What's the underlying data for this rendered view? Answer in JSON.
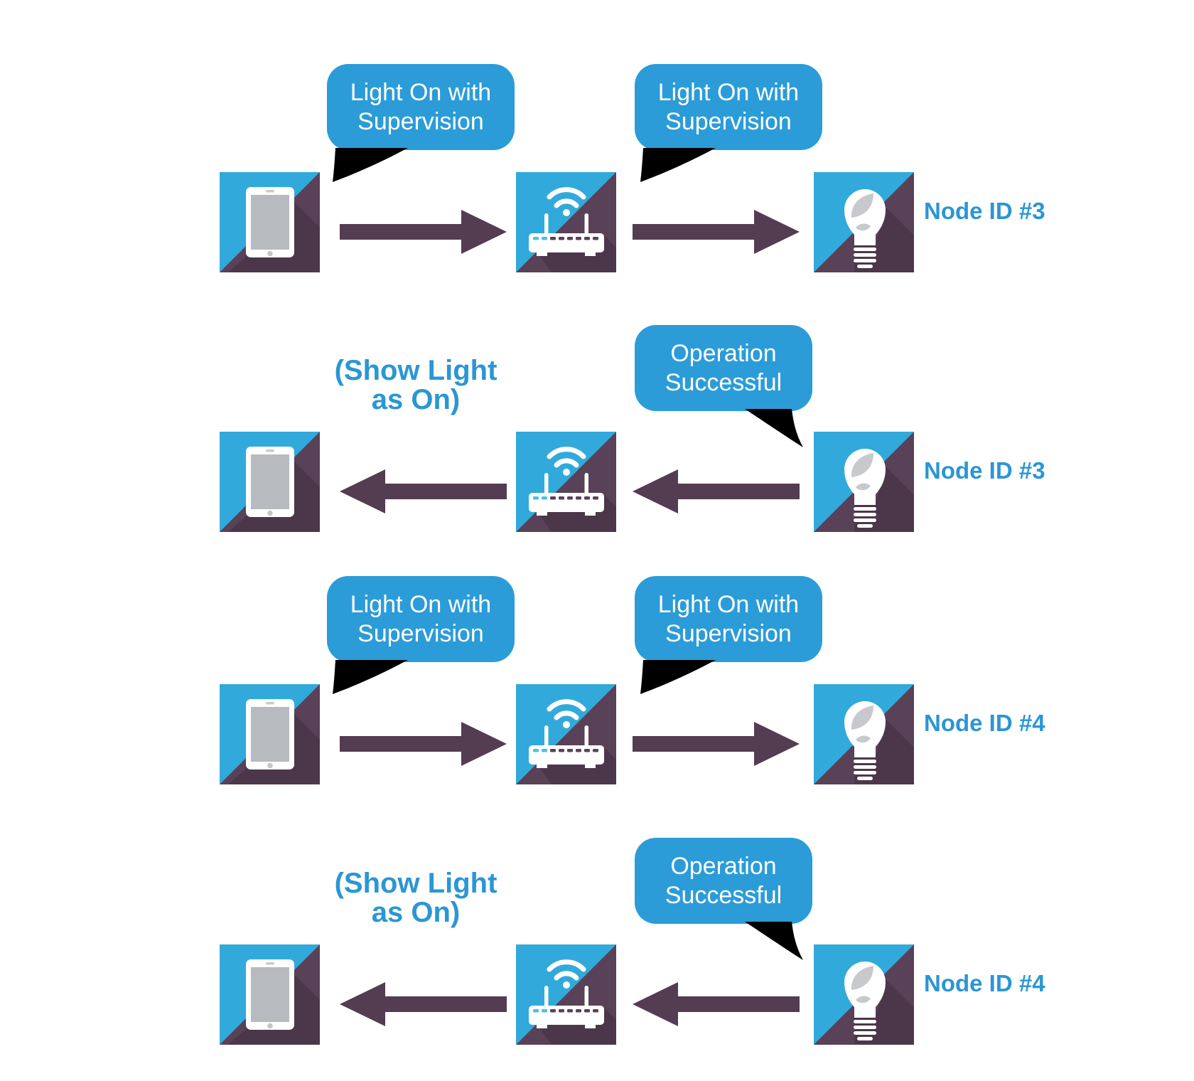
{
  "palette": {
    "bubble_blue": "#2b9cd8",
    "icon_blue": "#32a9db",
    "icon_purple": "#594157",
    "arrow_purple": "#543c51",
    "text_blue": "#2b96d4",
    "device_white": "#ffffff",
    "screen_gray": "#b7babe",
    "leaf_gray": "#c7c9cc",
    "led_blue": "#49c0ea"
  },
  "icons": [
    "tablet",
    "wifi-router",
    "light-bulb"
  ],
  "rows": [
    {
      "arrow_direction": "right",
      "bubbles": [
        "Light On with Supervision",
        "Light On with Supervision"
      ],
      "node_label": "Node ID #3"
    },
    {
      "arrow_direction": "left",
      "note": [
        "(Show Light",
        "as On)"
      ],
      "bubbles": [
        "Operation Successful"
      ],
      "node_label": "Node ID #3"
    },
    {
      "arrow_direction": "right",
      "bubbles": [
        "Light On with Supervision",
        "Light On with Supervision"
      ],
      "node_label": "Node ID #4"
    },
    {
      "arrow_direction": "left",
      "note": [
        "(Show Light",
        "as On)"
      ],
      "bubbles": [
        "Operation Successful"
      ],
      "node_label": "Node ID #4"
    }
  ]
}
